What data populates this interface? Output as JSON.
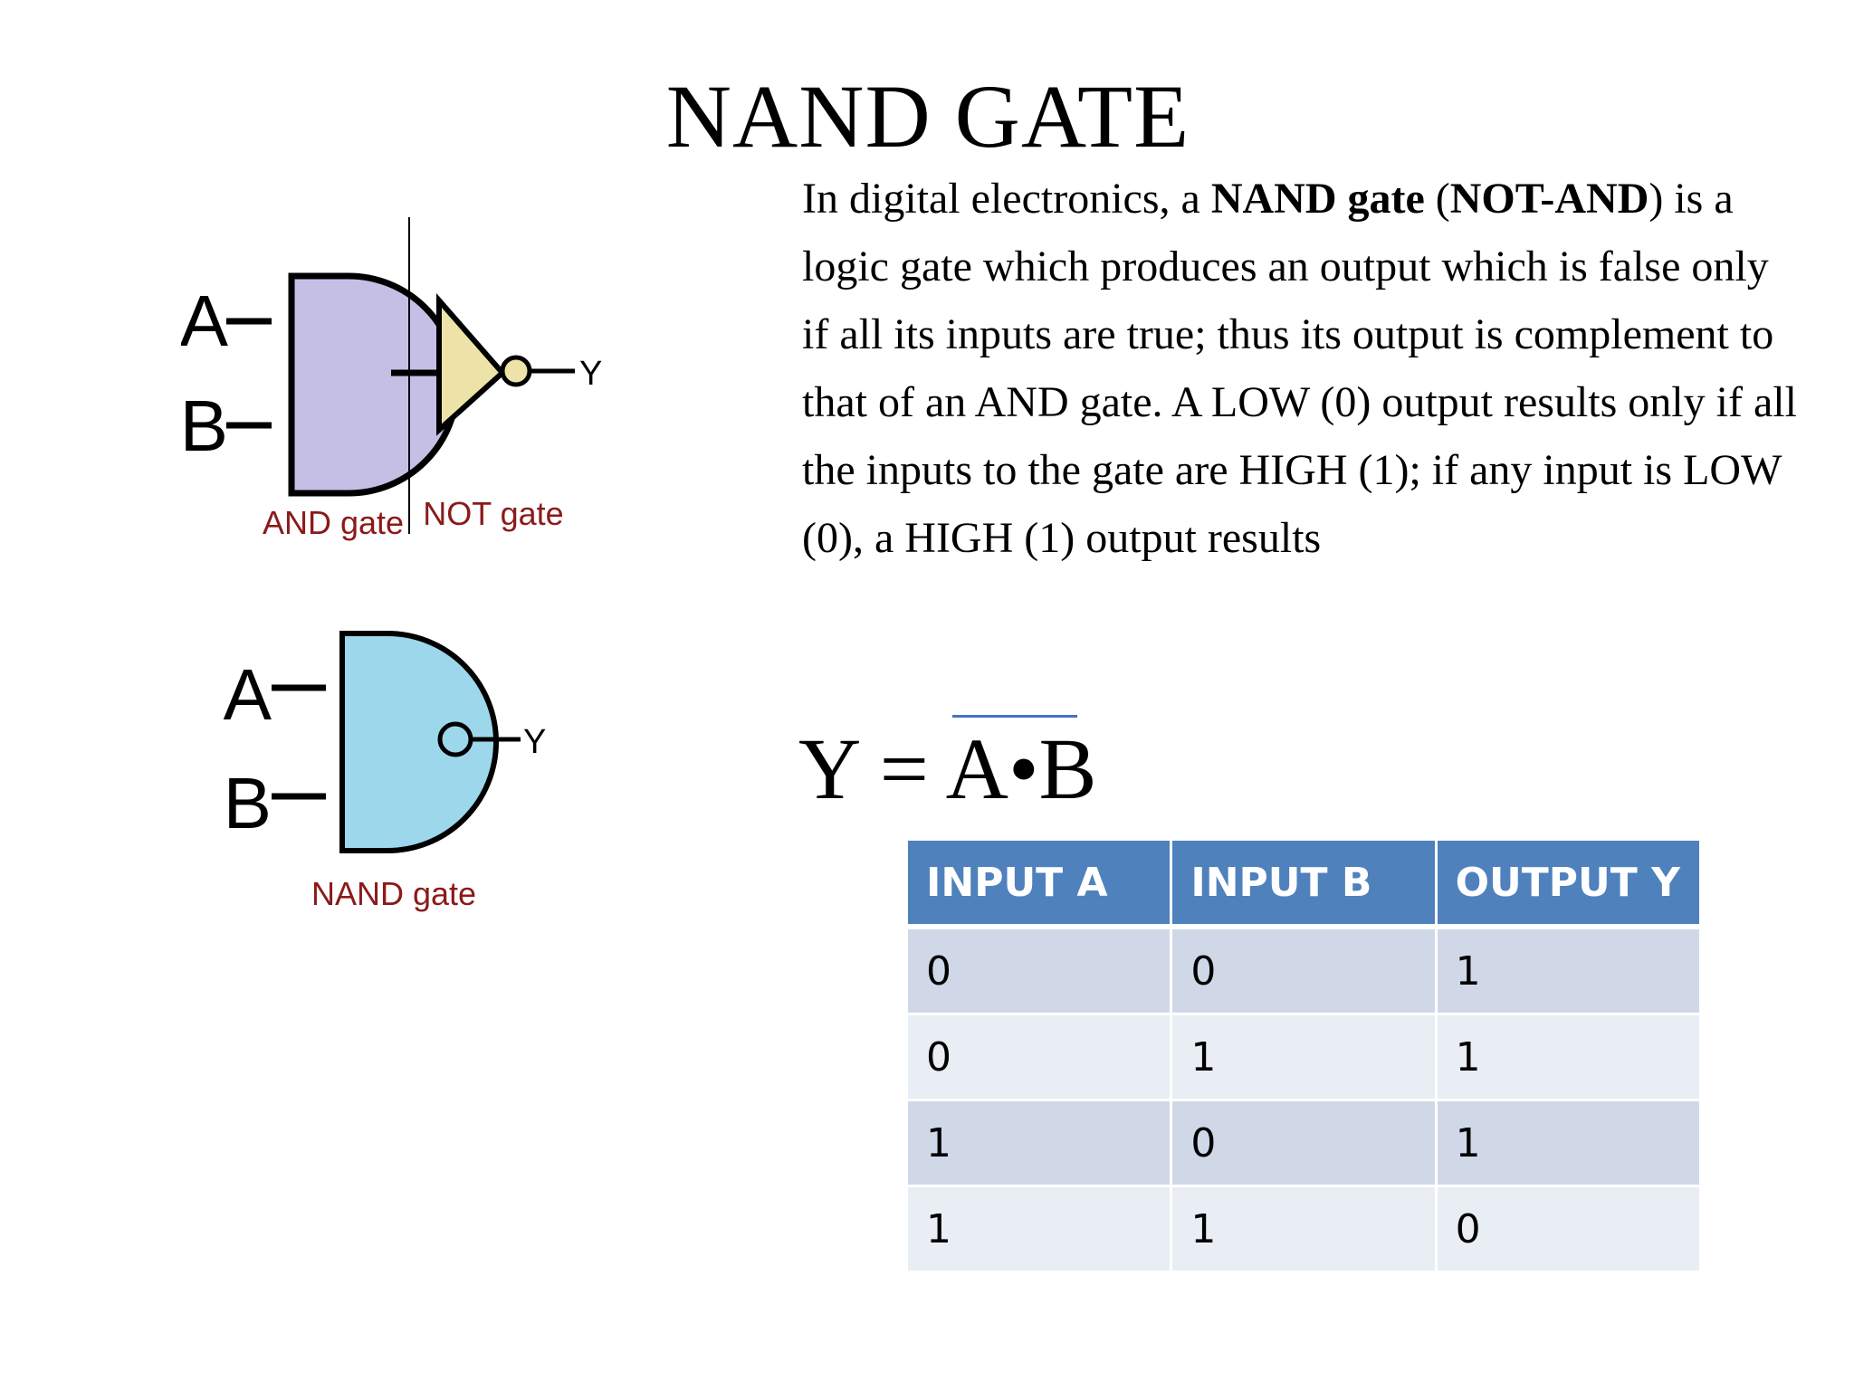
{
  "slide": {
    "title": "NAND GATE",
    "paragraph": [
      {
        "text": "In digital electronics, a ",
        "bold": false
      },
      {
        "text": "NAND gate",
        "bold": true
      },
      {
        "text": " (",
        "bold": false
      },
      {
        "text": "NOT-AND",
        "bold": true
      },
      {
        "text": ") is a logic gate which produces an output which is false only if all its inputs are true; thus its output is complement to that of an AND gate. A LOW (0) output results only if all the inputs to the gate are HIGH (1); if any input is LOW (0), a HIGH (1) output results",
        "bold": false
      }
    ]
  },
  "diagram": {
    "top": {
      "input_a": "A",
      "input_b": "B",
      "output": "Y",
      "and_label": "AND gate",
      "not_label": "NOT gate",
      "and_fill": "#c5bfe6",
      "not_fill": "#ede3a8"
    },
    "bottom": {
      "input_a": "A",
      "input_b": "B",
      "output": "Y",
      "nand_label": "NAND gate",
      "nand_fill": "#9dd7ec"
    },
    "label_color": "#8b1a1a"
  },
  "formula": {
    "lhs": "Y",
    "equals": "=",
    "rhs": "A•B",
    "overline_color": "#4472c4"
  },
  "truth_table": {
    "headers": [
      "INPUT A",
      "INPUT B",
      "OUTPUT Y"
    ],
    "rows": [
      [
        "0",
        "0",
        "1"
      ],
      [
        "0",
        "1",
        "1"
      ],
      [
        "1",
        "0",
        "1"
      ],
      [
        "1",
        "1",
        "0"
      ]
    ],
    "header_color": "#4f81bd",
    "row_odd_color": "#d0d8e8",
    "row_even_color": "#e9edf4"
  }
}
